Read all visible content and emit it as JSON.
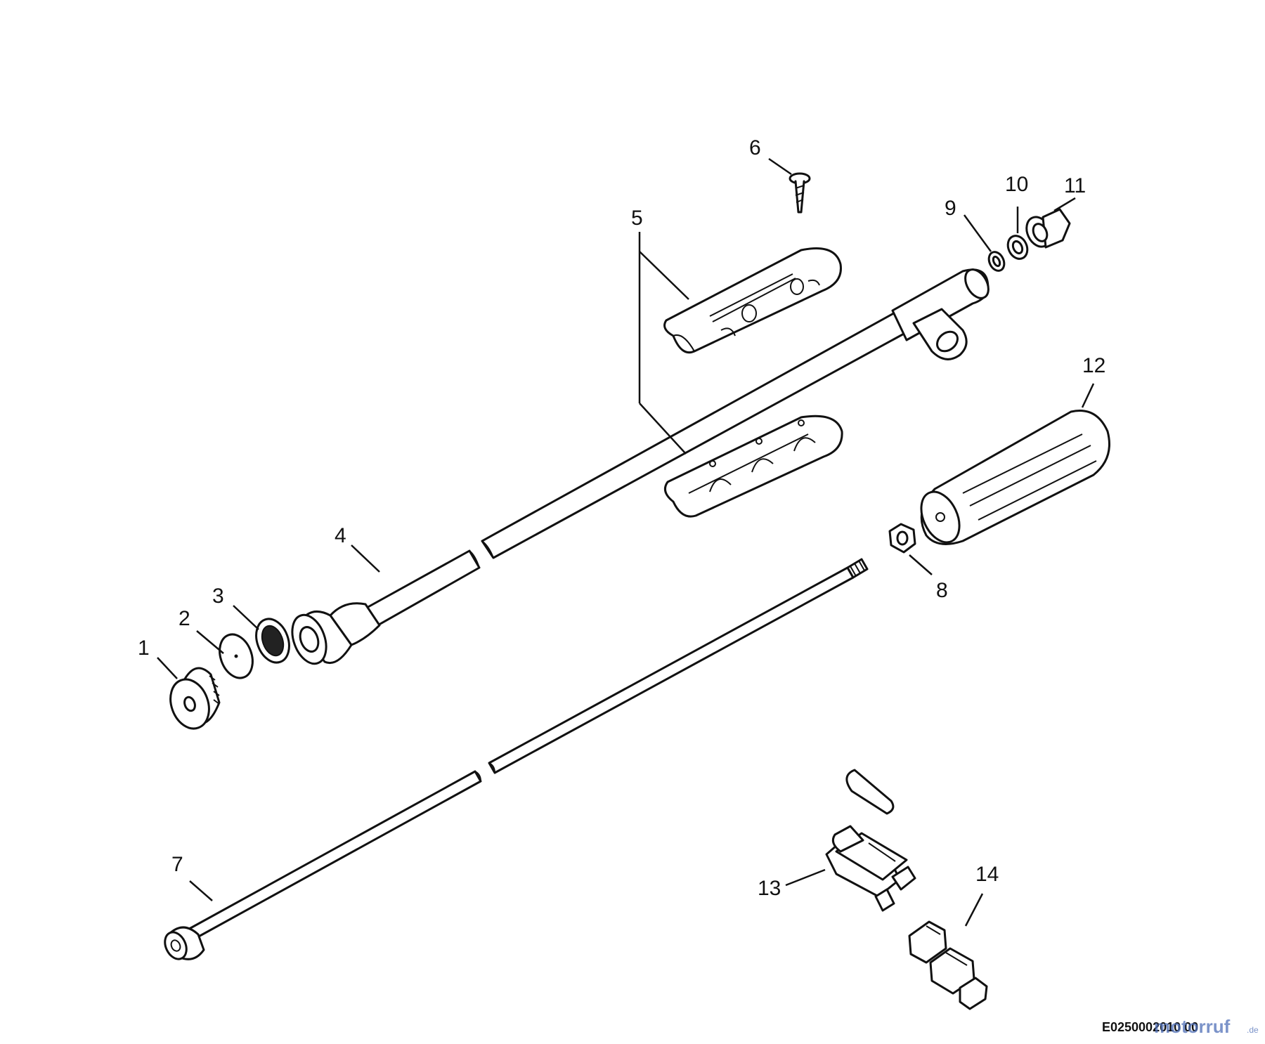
{
  "callouts": [
    "1",
    "2",
    "3",
    "4",
    "5",
    "6",
    "7",
    "8",
    "9",
    "10",
    "11",
    "12",
    "13",
    "14"
  ],
  "drawing_reference": "E0250002010 00",
  "watermark": {
    "logo_text": "motorruf",
    "domain_suffix": ".de"
  },
  "colors": {
    "line": "#111111",
    "background": "#ffffff",
    "watermark": "#4f6fb7"
  }
}
